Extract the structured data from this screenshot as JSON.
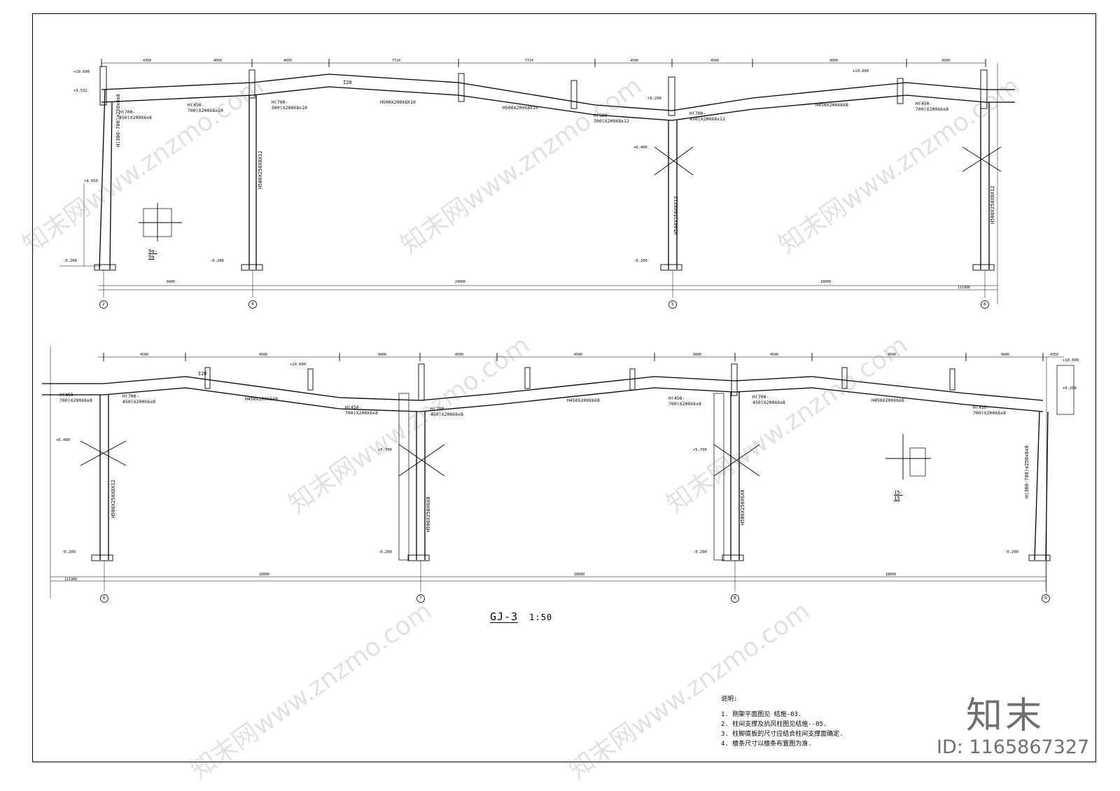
{
  "drawing": {
    "title_code": "GJ-3",
    "scale": "1:50",
    "notes_heading": "说明:",
    "notes": [
      "1. 刚架平面图见 结施-03.",
      "2. 柱间支撑及抗风柱图见结施--05.",
      "3. 柱脚底板的尺寸应结合柱间支撑面确定.",
      "4. 檩条尺寸以檩条布置图为准."
    ]
  },
  "watermark": {
    "logo": "知末",
    "id": "ID: 1165867327",
    "diagonal": "知末网www.znzmo.com"
  },
  "frame_top": {
    "axes": [
      "2",
      "4",
      "5",
      "6"
    ],
    "spans": [
      "8400",
      "24000",
      "18000"
    ],
    "total": "111900",
    "top_dims": [
      "4350",
      "4050",
      "4050",
      "7724",
      "7724",
      "4500",
      "4500",
      "9000",
      "4500"
    ],
    "members": [
      "H(700-450)X200X6x8",
      "H(450-700)X200X8x10",
      "H(700-500)X200X8x10",
      "H500X200X8X10",
      "H500X200X8X10",
      "H(500-700)X200X8x12",
      "H(700-450)X200X8x12",
      "H450X200X6X8",
      "H(450-700)X200X6x8"
    ],
    "columns": [
      "H(300-700)x250x6x8",
      "H500X250X8X12",
      "H500X250X8X12",
      "H500X250X8X12"
    ],
    "elevations": [
      "+10.600",
      "+9.532",
      "+4.950",
      "-0.200",
      "+9.200",
      "+6.400",
      "-0.200",
      "-0.200",
      "+10.600"
    ],
    "section_label": "9a-9a",
    "purlin": "I20"
  },
  "frame_bottom": {
    "axes": [
      "6",
      "7",
      "8",
      "9"
    ],
    "spans": [
      "18000",
      "18000",
      "18000"
    ],
    "total": "111900",
    "top_dims": [
      "4500",
      "4500",
      "9000",
      "4500",
      "4500",
      "9000",
      "4500",
      "4500",
      "9000",
      "4350"
    ],
    "members": [
      "H(450-700)X200X6x8",
      "H(700-450)X200X6x8",
      "H450X200X6X8",
      "H(450-700)X200X6x8",
      "H(700-450)X200X6x8",
      "H450X200X6X8",
      "H(450-700)X200X6x8",
      "H(700-450)X200X6x8",
      "H450X200X6X8",
      "H(450-700)X200X6x8"
    ],
    "columns": [
      "H500X250X8X12",
      "H500X250X6X8",
      "H500X250X6X8",
      "H(300-700)x250x6x8"
    ],
    "elevations": [
      "+10.600",
      "+6.400",
      "-0.200",
      "+5.700",
      "-0.200",
      "+5.700",
      "-0.200",
      "+10.600",
      "+9.200",
      "-0.200"
    ],
    "section_label": "15-15",
    "purlin": "I20"
  }
}
